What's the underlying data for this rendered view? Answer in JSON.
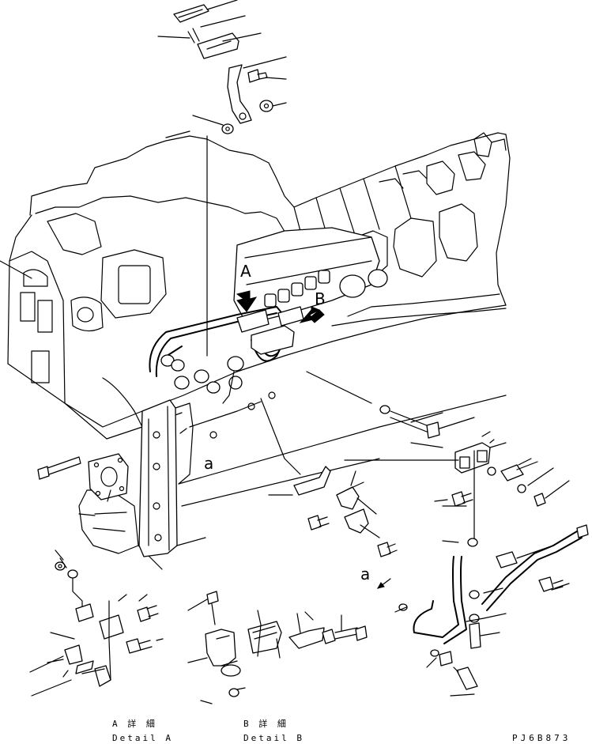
{
  "labels": {
    "view_a": "A",
    "view_b": "B",
    "pipe_ref_upper": "a",
    "pipe_ref_lower": "a"
  },
  "captions": {
    "detail_a_jp": "A 詳 細",
    "detail_a_en": "Detail A",
    "detail_b_jp": "B 詳 細",
    "detail_b_en": "Detail B"
  },
  "drawing_code": "PJ6B873",
  "colors": {
    "ink": "#000000",
    "paper": "#ffffff"
  }
}
